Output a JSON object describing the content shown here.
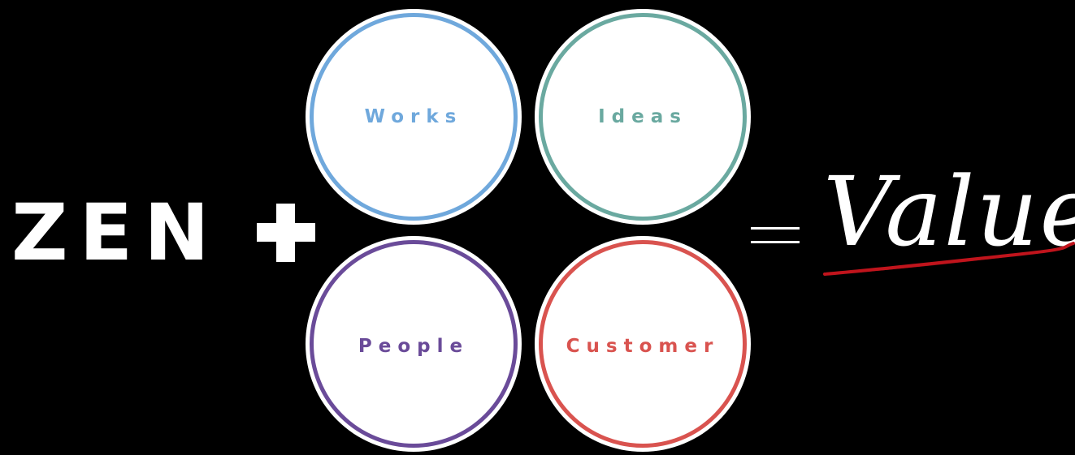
{
  "left_term": {
    "text": "ZEN",
    "operator": "+"
  },
  "circles": [
    {
      "label": "Works",
      "color": "#6fa8dc"
    },
    {
      "label": "Ideas",
      "color": "#6aa9a0"
    },
    {
      "label": "People",
      "color": "#6a4b99"
    },
    {
      "label": "Customer",
      "color": "#d9534f"
    }
  ],
  "equals_sign": "=",
  "result": {
    "text": "Value",
    "underline_color": "#c0141c"
  }
}
